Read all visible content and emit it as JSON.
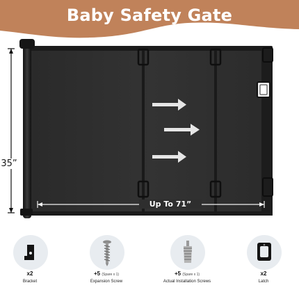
{
  "header": {
    "title": "Baby Safety Gate",
    "bg_color": "#c0825a"
  },
  "product": {
    "height_label": "35”",
    "width_label": "Up To 71”",
    "mesh_color": "#2c2c2c"
  },
  "accessories": [
    {
      "icon": "bracket-icon",
      "qty": "x2",
      "spare": "",
      "name": "Bracket"
    },
    {
      "icon": "expansion-screw-icon",
      "qty": "+5",
      "spare": "(Spare x 1)",
      "name": "Expansion Screw"
    },
    {
      "icon": "installation-screw-icon",
      "qty": "+5",
      "spare": "(Spare x 1)",
      "name": "Actual Installation Screws"
    },
    {
      "icon": "latch-icon",
      "qty": "x2",
      "spare": "",
      "name": "Latch"
    }
  ]
}
